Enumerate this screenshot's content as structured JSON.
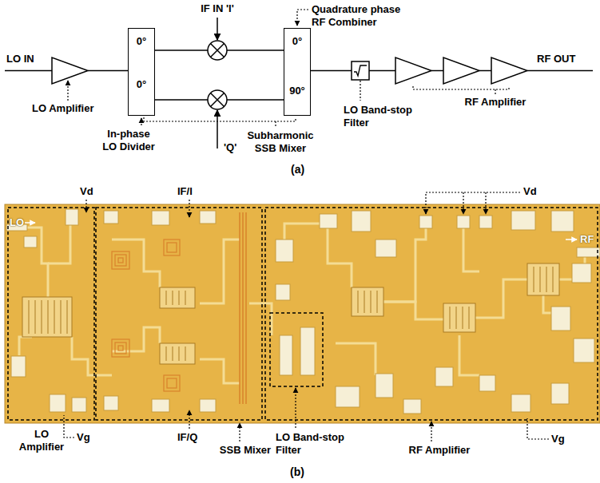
{
  "diagram": {
    "nodes": [
      {
        "text": [
          "0°",
          "0°"
        ]
      },
      {
        "text": [
          "0°",
          "90°"
        ]
      }
    ],
    "edges": [
      {
        "from": 0,
        "to": 1,
        "arrow": "none"
      },
      {
        "from": 0,
        "to": 1,
        "arrow": "none"
      }
    ],
    "labels": [
      "IF IN 'I'",
      "Quadrature phase RF Combiner",
      "LO IN",
      "RF OUT",
      "LO Amplifier",
      "In-phase LO Divider",
      "'Q'",
      "Subharmonic SSB Mixer",
      "LO Band-stop Filter",
      "RF Amplifier",
      "(a)",
      "Vd",
      "IF/I",
      "Vd",
      "LO",
      "RF",
      "LO Amplifier",
      "Vg",
      "IF/Q",
      "SSB Mixer",
      "LO Band-stop Filter",
      "RF Amplifier",
      "Vg",
      "(b)"
    ]
  }
}
